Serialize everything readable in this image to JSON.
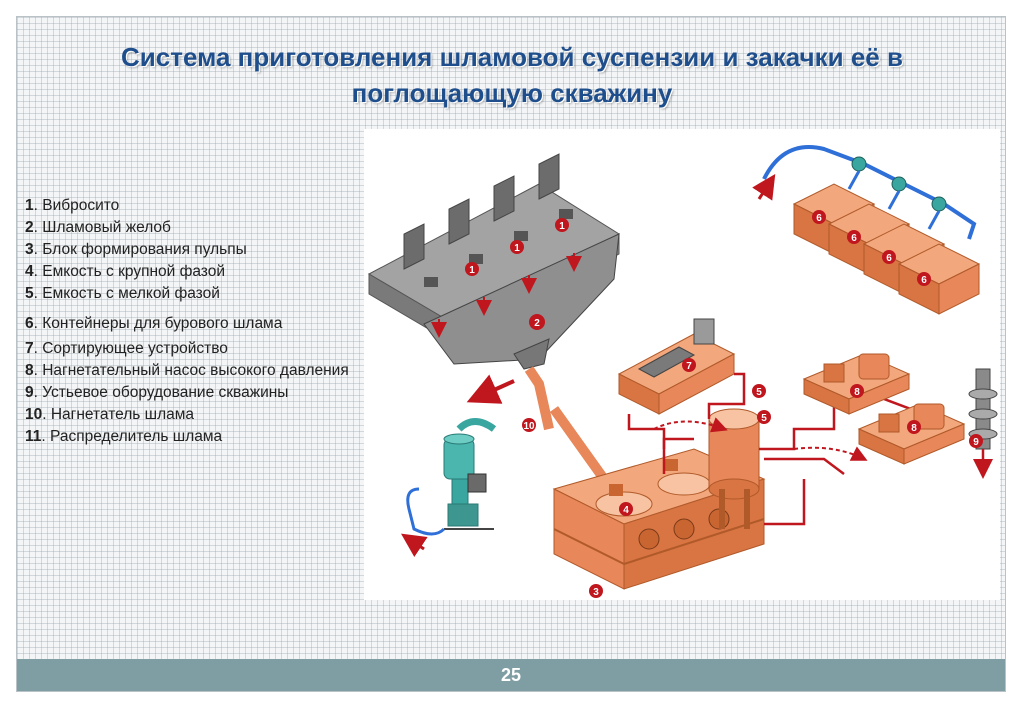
{
  "title_line1": "Система приготовления шламовой суспензии и закачки её в",
  "title_line2": "поглощающую скважину",
  "legend": [
    {
      "num": "1",
      "text": ". Вибросито"
    },
    {
      "num": "2",
      "text": ". Шламовый желоб"
    },
    {
      "num": "3",
      "text": ". Блок формирования пульпы"
    },
    {
      "num": "4",
      "text": ". Емкость с крупной фазой"
    },
    {
      "num": "5",
      "text": ". Емкость с мелкой фазой"
    },
    {
      "num": "6",
      "text": ". Контейнеры для бурового шлама"
    },
    {
      "num": "7",
      "text": ". Сортирующее устройство"
    },
    {
      "num": "8",
      "text": ". Нагнетательный насос высокого давления"
    },
    {
      "num": "9",
      "text": ". Устьевое оборудование скважины"
    },
    {
      "num": "10",
      "text": ". Нагнетатель шлама"
    },
    {
      "num": "11",
      "text": ". Распределитель шлама"
    }
  ],
  "page_number": "25",
  "diagram_markers": {
    "shaker": "1",
    "trough": "2",
    "pulp_block": "3",
    "coarse_tank": "4",
    "fine_tank": "5",
    "containers": "6",
    "sorter": "7",
    "pump": "8",
    "wellhead": "9",
    "injector": "10"
  },
  "colors": {
    "title": "#1f4e8c",
    "equipment_orange": "#e8875a",
    "shaker_gray": "#8a8a8a",
    "flow_red": "#c0161e",
    "water_blue": "#2f6fd8",
    "injector_teal": "#3aa6a0",
    "footer": "#7f9ea3"
  }
}
